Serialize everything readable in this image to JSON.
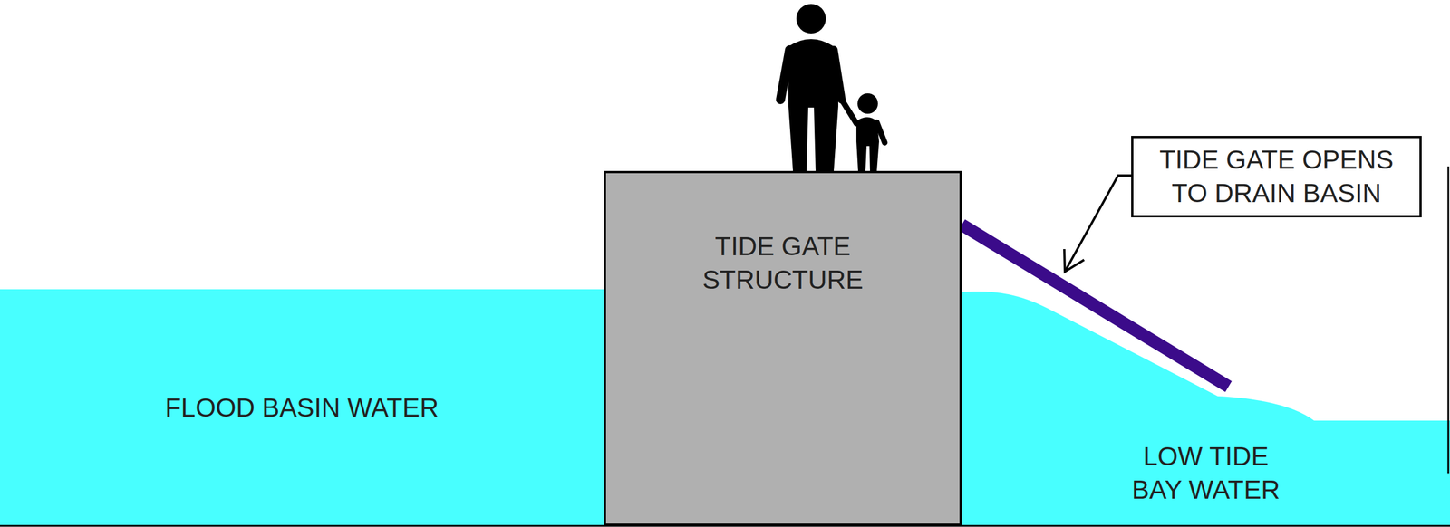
{
  "diagram": {
    "nodes": [
      {
        "text": [
          "FLOOD BASIN WATER"
        ]
      },
      {
        "text": [
          "TIDE GATE STRUCTURE"
        ]
      },
      {
        "text": [
          "TIDE GATE OPENS TO DRAIN BASIN"
        ]
      },
      {
        "text": [
          "LOW TIDE BAY WATER"
        ]
      }
    ]
  }
}
